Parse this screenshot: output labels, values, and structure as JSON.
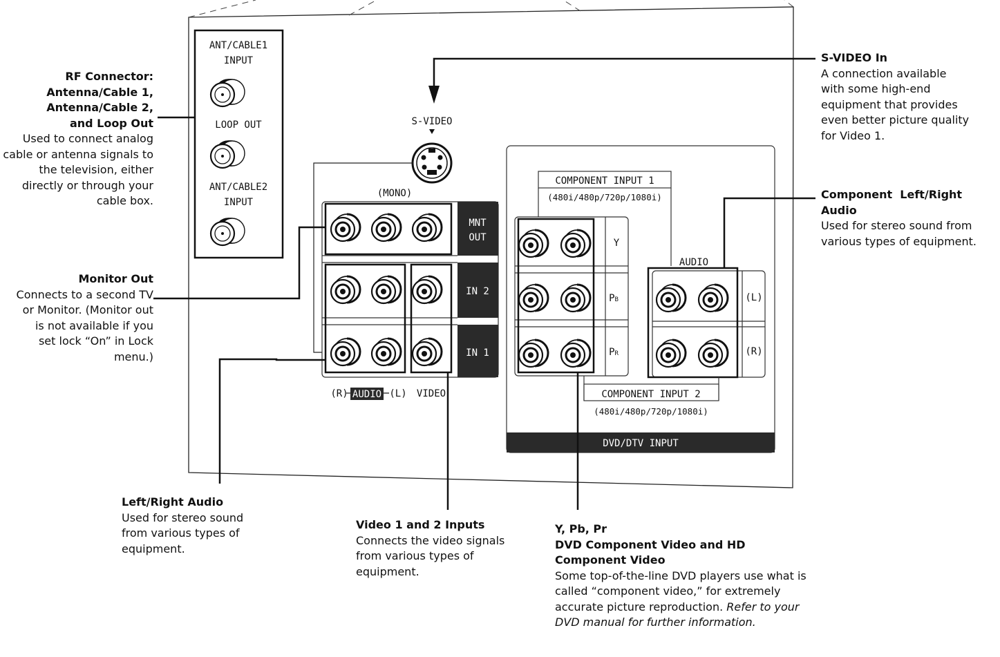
{
  "panel": {
    "ant_cable1": [
      "ANT/CABLE1",
      "INPUT"
    ],
    "loop_out": "LOOP OUT",
    "ant_cable2": [
      "ANT/CABLE2",
      "INPUT"
    ],
    "s_video": "S-VIDEO",
    "mono": "(MONO)",
    "mnt_out": [
      "MNT",
      "OUT"
    ],
    "in2": "IN 2",
    "in1": "IN 1",
    "audio_r": "(R)",
    "audio": "AUDIO",
    "audio_l": "(L)",
    "video": "VIDEO",
    "component_input_1": "COMPONENT INPUT 1",
    "component_input_1_res": "(480i/480p/720p/1080i)",
    "y": "Y",
    "pb": [
      "P",
      "B"
    ],
    "pr": [
      "P",
      "R"
    ],
    "audio_right_block": "AUDIO",
    "l": "(L)",
    "r": "(R)",
    "component_input_2": "COMPONENT INPUT 2",
    "component_input_2_res": "(480i/480p/720p/1080i)",
    "dvd_dtv_input": "DVD/DTV INPUT"
  },
  "callouts": {
    "rf": {
      "title": [
        "RF Connector:",
        "Antenna/Cable 1,",
        "Antenna/Cable 2,",
        "and Loop Out"
      ],
      "desc": "Used to connect analog cable or antenna signals to the television, either directly or through your cable box."
    },
    "monitor_out": {
      "title": "Monitor Out",
      "desc": "Connects to a second TV or Monitor. (Monitor out is not available if you set lock “On” in Lock menu.)"
    },
    "s_video_in": {
      "title": "S-VIDEO In",
      "desc": "A connection available with some high-end equipment that provides even better picture quality for Video 1."
    },
    "component_audio": {
      "title": "Component  Left/Right Audio",
      "desc": "Used for stereo sound from various types of equipment."
    },
    "lr_audio": {
      "title": "Left/Right Audio",
      "desc": "Used for stereo sound from various types of equipment."
    },
    "video_inputs": {
      "title": "Video 1 and 2 Inputs",
      "desc": "Connects the video signals from various types of equipment."
    },
    "ypbpr": {
      "title": [
        "Y, Pb, Pr",
        "DVD Component Video and HD Component Video"
      ],
      "desc": "Some top-of-the-line DVD players use what is called “component video,” for extremely accurate picture reproduction.",
      "desc_italic": "Refer to your DVD manual for further information."
    }
  }
}
